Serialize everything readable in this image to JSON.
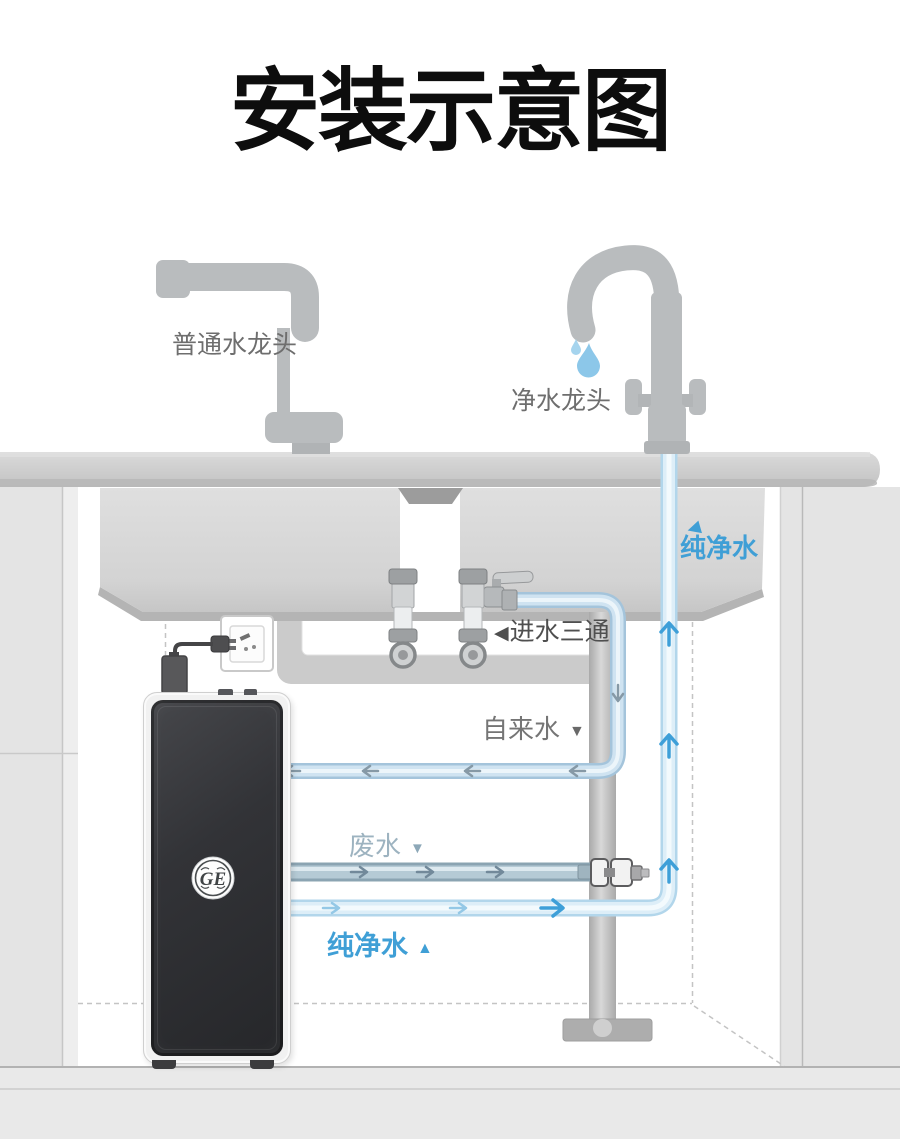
{
  "title": "安装示意图",
  "labels": {
    "ordinary_faucet": "普通水龙头",
    "purified_faucet": "净水龙头",
    "pure_water_top": "纯净水",
    "inlet_tee": "进水三通",
    "tap_water": "自来水",
    "waste_water": "废水",
    "pure_water_bottom": "纯净水"
  },
  "icons": {
    "triangle_left": "◀",
    "triangle_down": "▼",
    "triangle_up": "▲"
  },
  "device": {
    "brand": "GE"
  },
  "colors": {
    "accent_blue": "#3f9fd6",
    "pure_pipe": "#ddeef8",
    "tap_pipe": "#cfe3f1",
    "waste_pipe": "#b5cad5",
    "label_gray": "#6e6e6e",
    "counter_gray": "#cccccc"
  }
}
